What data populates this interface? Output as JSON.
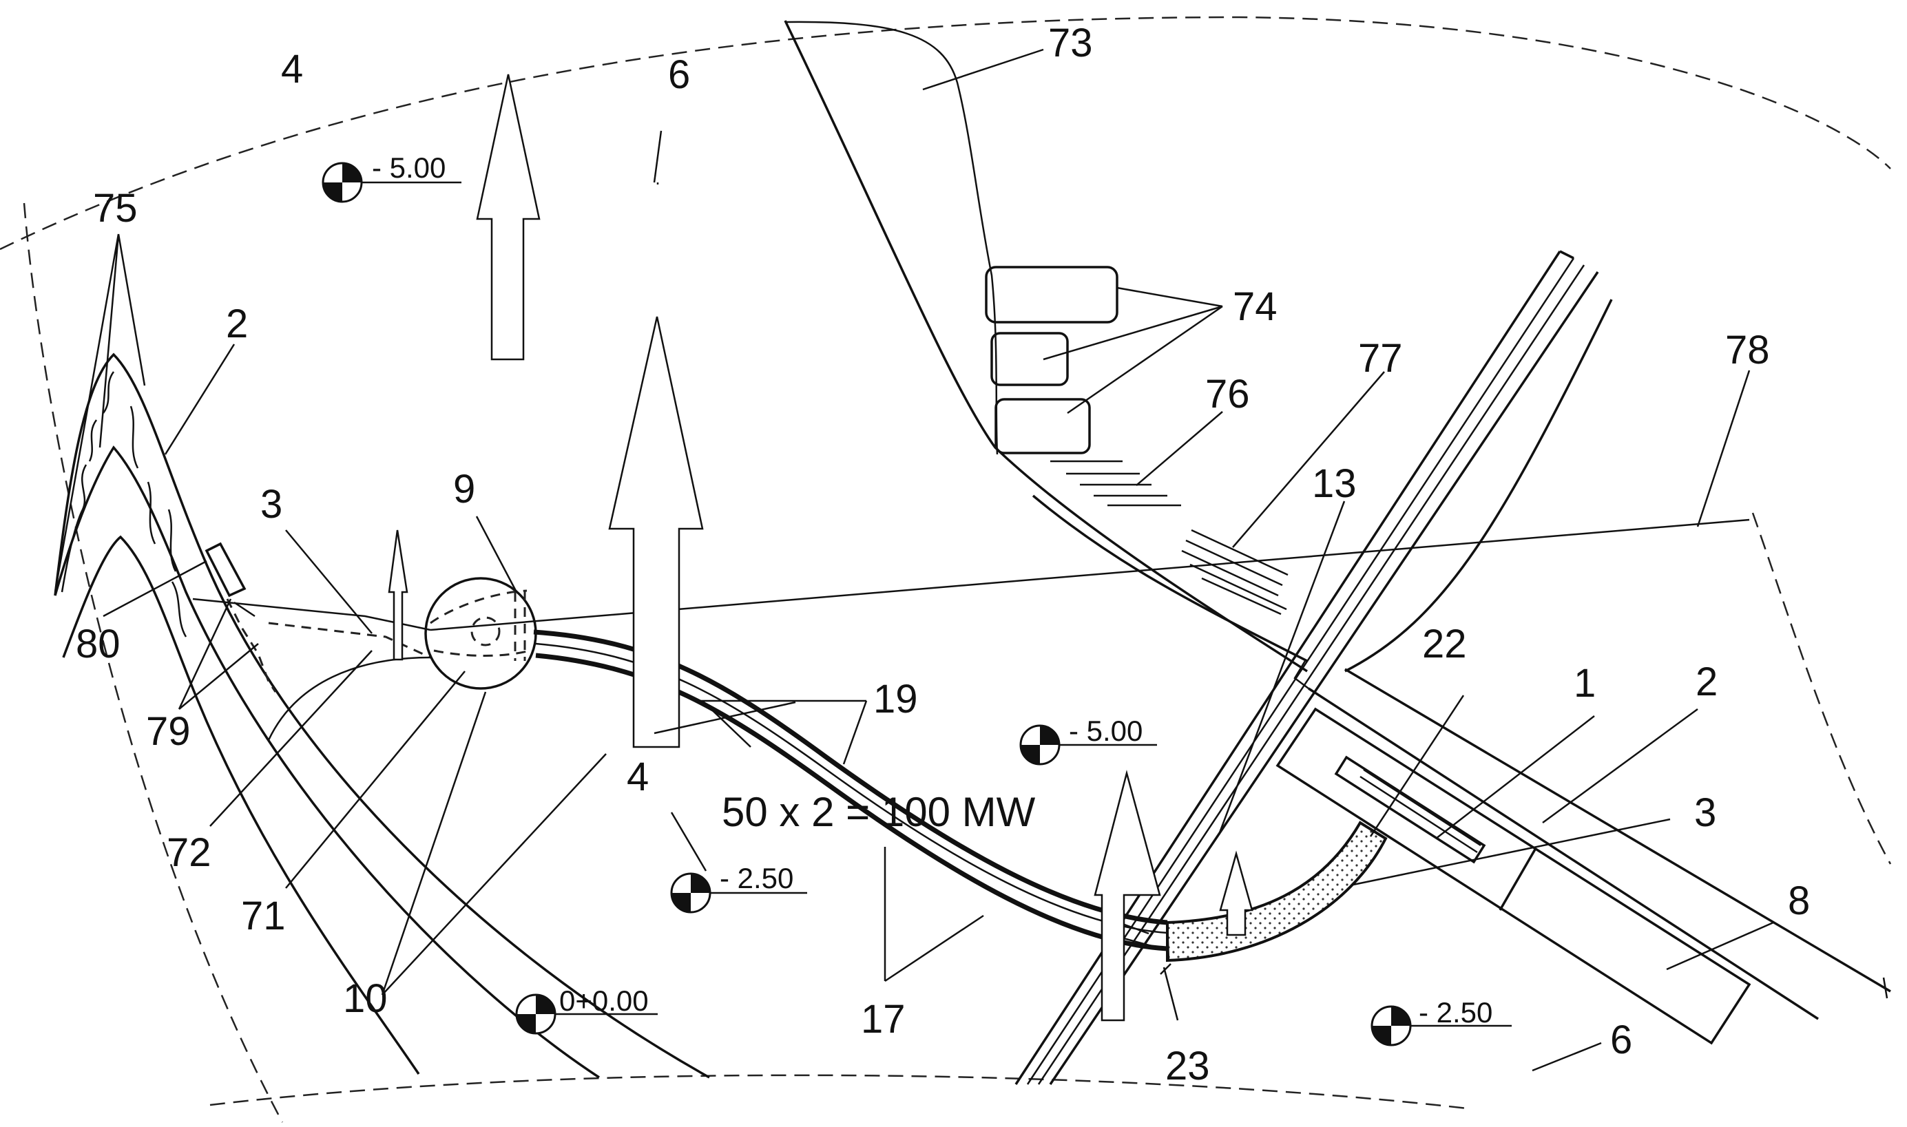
{
  "diagram": {
    "capacity_text": "50 x 2 = 100 MW",
    "labels": {
      "l1": "1",
      "l2a": "2",
      "l2b": "2",
      "l3a": "3",
      "l3b": "3",
      "l4a": "4",
      "l4b": "4",
      "l6a": "6",
      "l6b": "6",
      "l8": "8",
      "l9": "9",
      "l10": "10",
      "l13": "13",
      "l17": "17",
      "l19": "19",
      "l22": "22",
      "l23": "23",
      "l71": "71",
      "l72": "72",
      "l73": "73",
      "l74": "74",
      "l75": "75",
      "l76": "76",
      "l77": "77",
      "l78": "78",
      "l79": "79",
      "l80": "80"
    },
    "elevations": {
      "e1": "- 5.00",
      "e2": "- 5.00",
      "e3": "- 2.50",
      "e4": "0+0.00",
      "e5": "- 2.50"
    }
  }
}
